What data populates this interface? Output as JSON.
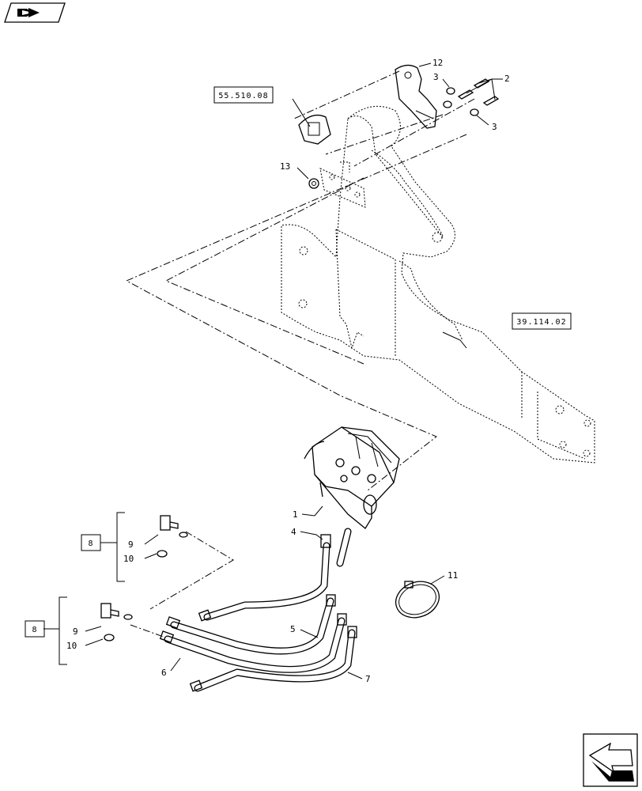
{
  "refs": {
    "ref_55": "55.510.08",
    "ref_39": "39.114.02",
    "ref_8a": "8",
    "ref_8b": "8"
  },
  "callouts": [
    {
      "id": "c12",
      "text": "12"
    },
    {
      "id": "c3a",
      "text": "3"
    },
    {
      "id": "c2",
      "text": "2"
    },
    {
      "id": "c3b",
      "text": "3"
    },
    {
      "id": "c13",
      "text": "13"
    },
    {
      "id": "c1",
      "text": "1"
    },
    {
      "id": "c4",
      "text": "4"
    },
    {
      "id": "c9a",
      "text": "9"
    },
    {
      "id": "c10a",
      "text": "10"
    },
    {
      "id": "c11",
      "text": "11"
    },
    {
      "id": "c9b",
      "text": "9"
    },
    {
      "id": "c10b",
      "text": "10"
    },
    {
      "id": "c5",
      "text": "5"
    },
    {
      "id": "c6",
      "text": "6"
    },
    {
      "id": "c7",
      "text": "7"
    }
  ],
  "icons": {
    "top_left": "book-arrow-icon",
    "bottom_right": "next-page-arrow-icon"
  }
}
